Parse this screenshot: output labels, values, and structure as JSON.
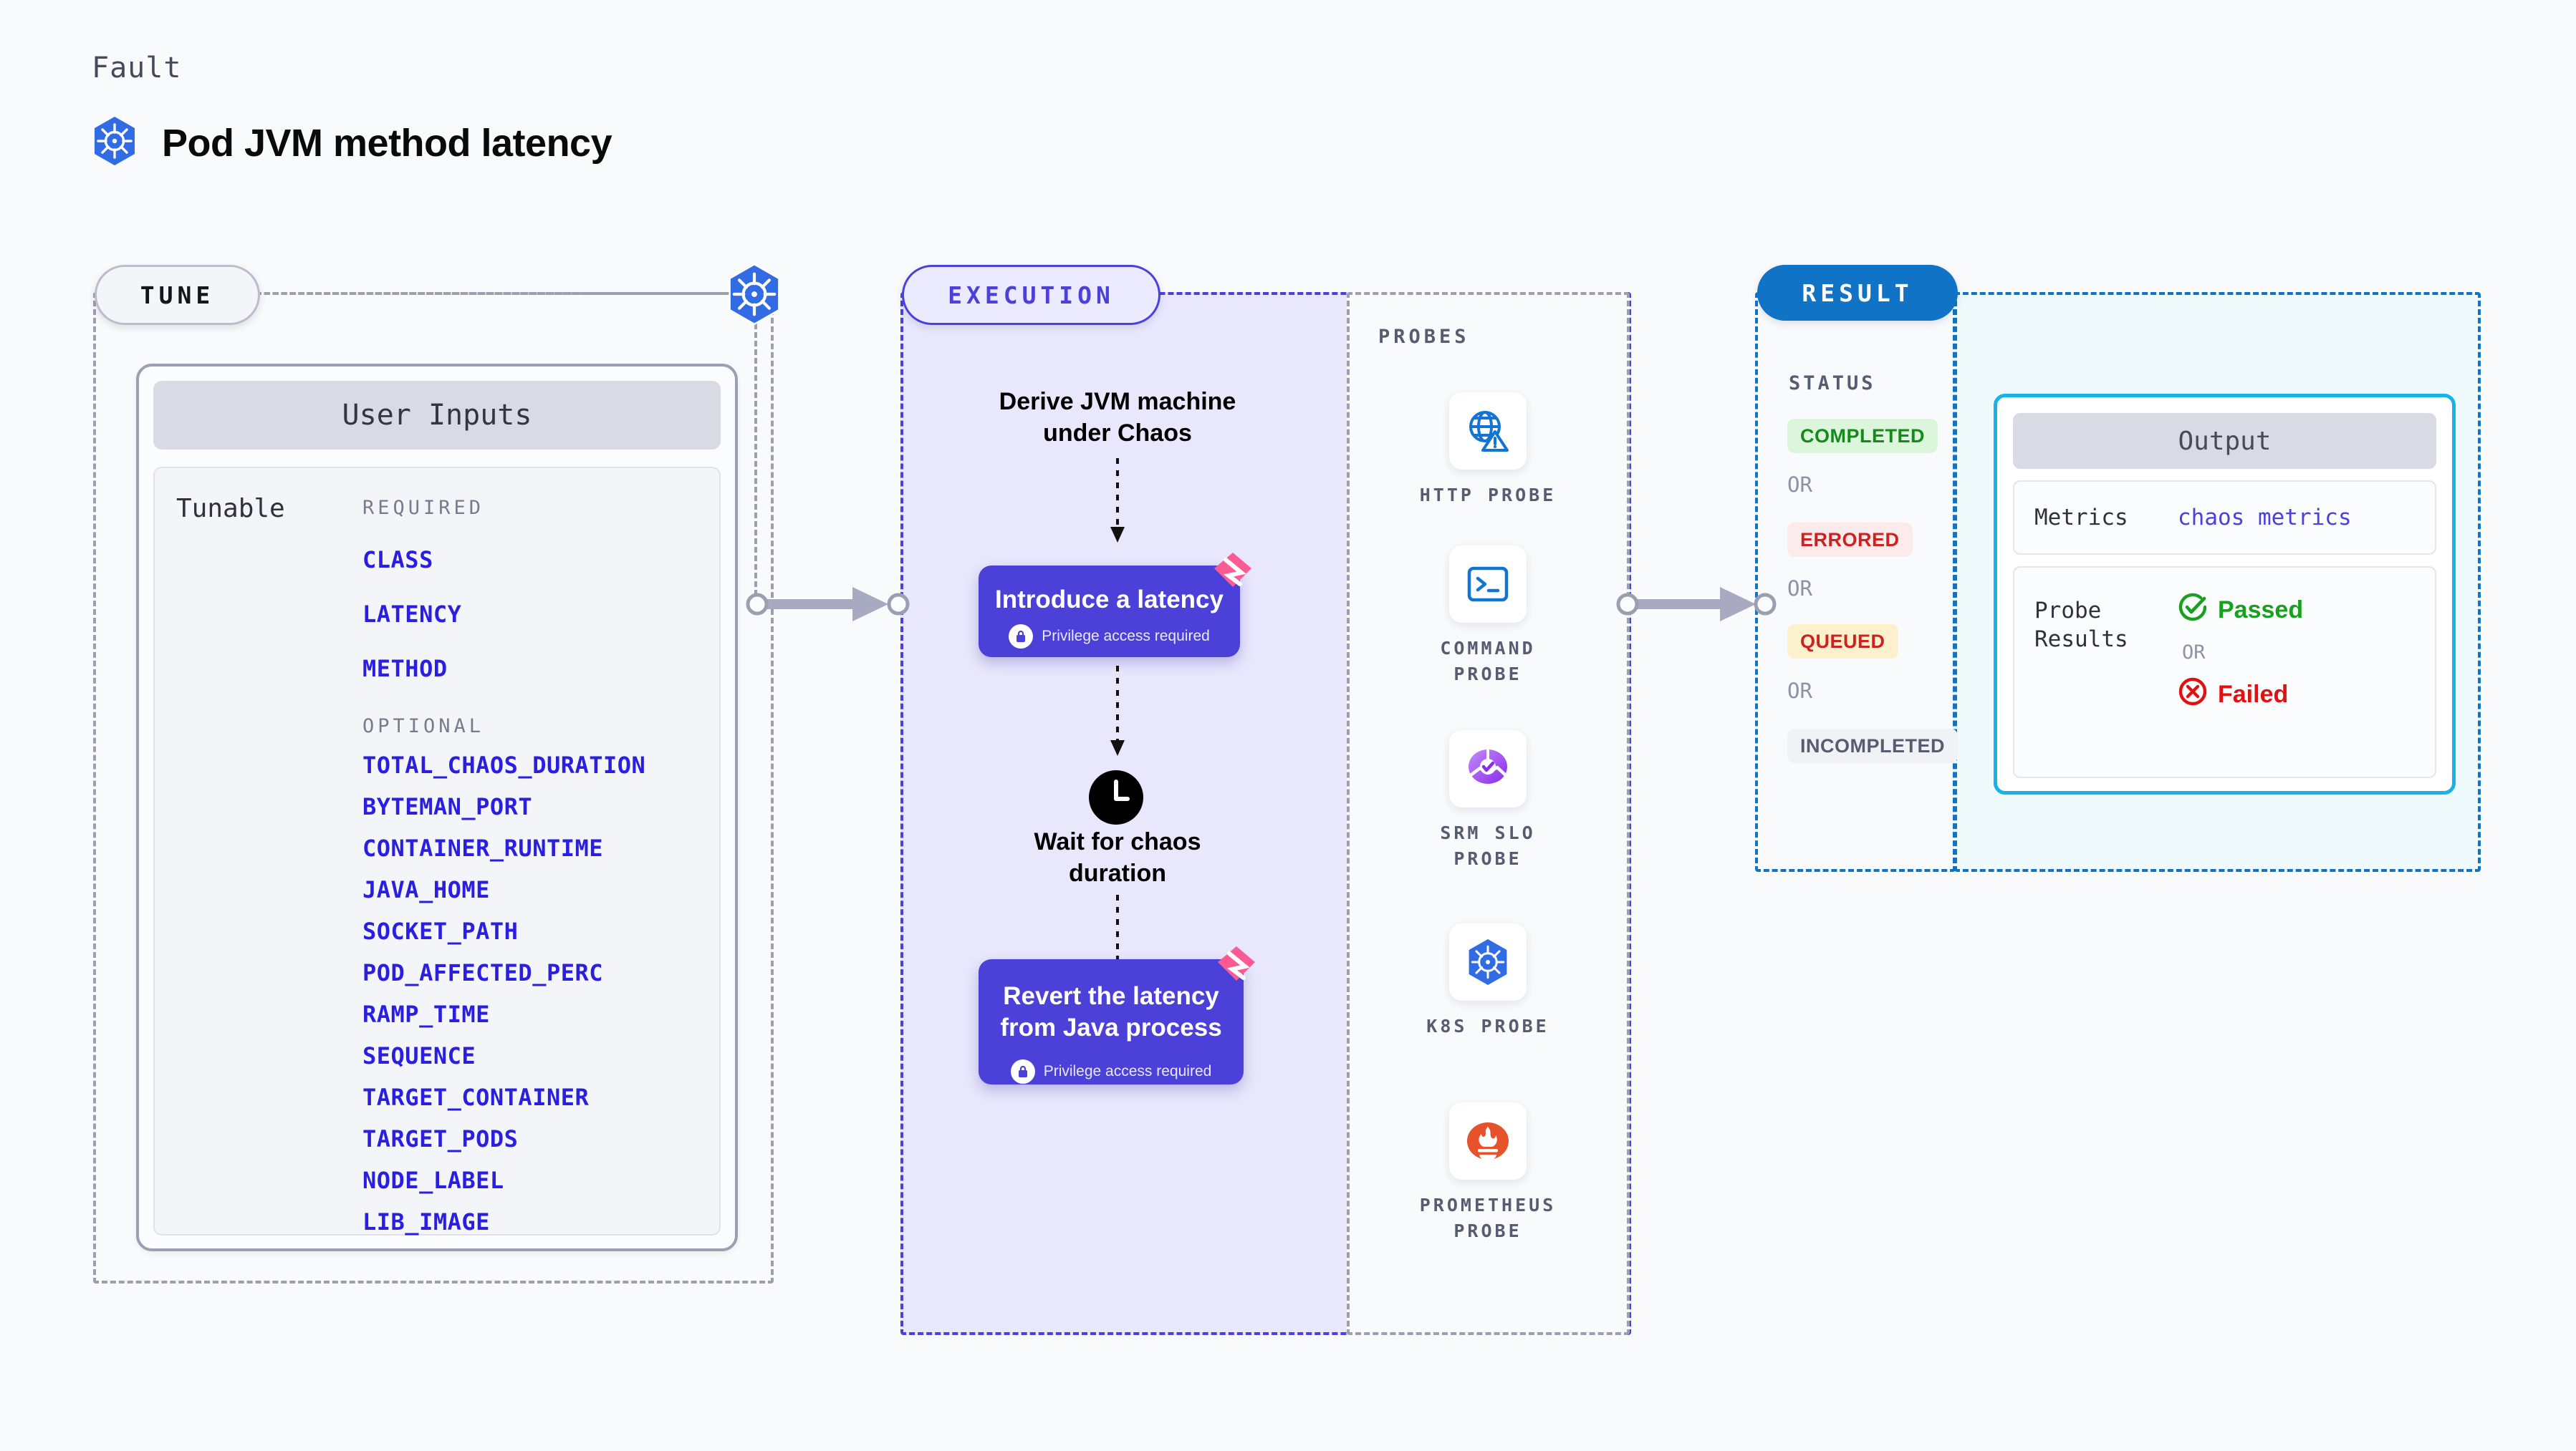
{
  "header": {
    "eyebrow": "Fault",
    "title": "Pod JVM method latency",
    "icon": "kubernetes-icon"
  },
  "tune": {
    "pill_label": "TUNE",
    "card_title": "User Inputs",
    "side_label": "Tunable",
    "required_heading": "REQUIRED",
    "required": [
      "CLASS",
      "LATENCY",
      "METHOD"
    ],
    "optional_heading": "OPTIONAL",
    "optional": [
      "TOTAL_CHAOS_DURATION",
      "BYTEMAN_PORT",
      "CONTAINER_RUNTIME",
      "JAVA_HOME",
      "SOCKET_PATH",
      "POD_AFFECTED_PERC",
      "RAMP_TIME",
      "SEQUENCE",
      "TARGET_CONTAINER",
      "TARGET_PODS",
      "NODE_LABEL",
      "LIB_IMAGE"
    ]
  },
  "execution": {
    "pill_label": "EXECUTION",
    "step1_text": "Derive JVM machine\nunder Chaos",
    "action1_title": "Introduce a latency",
    "action1_sub": "Privilege access required",
    "wait_text": "Wait for chaos\nduration",
    "action2_title": "Revert the latency\nfrom Java process",
    "action2_sub": "Privilege access required",
    "badge_icon": "litmus-ribbon-icon",
    "clock_icon": "clock-icon",
    "lock_icon": "lock-icon"
  },
  "probes": {
    "title": "PROBES",
    "items": [
      {
        "label": "HTTP  PROBE",
        "icon": "globe-warning-icon"
      },
      {
        "label": "COMMAND\nPROBE",
        "icon": "terminal-icon"
      },
      {
        "label": "SRM  SLO\nPROBE",
        "icon": "srm-slo-icon"
      },
      {
        "label": "K8S  PROBE",
        "icon": "kubernetes-icon"
      },
      {
        "label": "PROMETHEUS\nPROBE",
        "icon": "prometheus-icon"
      }
    ]
  },
  "result": {
    "pill_label": "RESULT",
    "status_heading": "STATUS",
    "or_label": "OR",
    "statuses": [
      {
        "label": "COMPLETED",
        "bg": "#dcf6dc",
        "fg": "#15891b"
      },
      {
        "label": "ERRORED",
        "bg": "#fdeaea",
        "fg": "#cc2222"
      },
      {
        "label": "QUEUED",
        "bg": "#fdf1cd",
        "fg": "#cc2222"
      },
      {
        "label": "INCOMPLETED",
        "bg": "#f1f2f6",
        "fg": "#565d70"
      }
    ]
  },
  "output": {
    "card_title": "Output",
    "metrics_key": "Metrics",
    "metrics_value": "chaos metrics",
    "probe_results_key": "Probe\nResults",
    "passed_label": "Passed",
    "failed_label": "Failed",
    "or_label": "OR",
    "passed_icon": "check-circle-icon",
    "failed_icon": "x-circle-icon"
  },
  "colors": {
    "indigo": "#4b41d8",
    "blue": "#1073c6",
    "cyan": "#16b2e8",
    "pink": "#fb5b92",
    "k8s_blue": "#326ce5",
    "green": "#15891b",
    "red": "#cc2222"
  }
}
